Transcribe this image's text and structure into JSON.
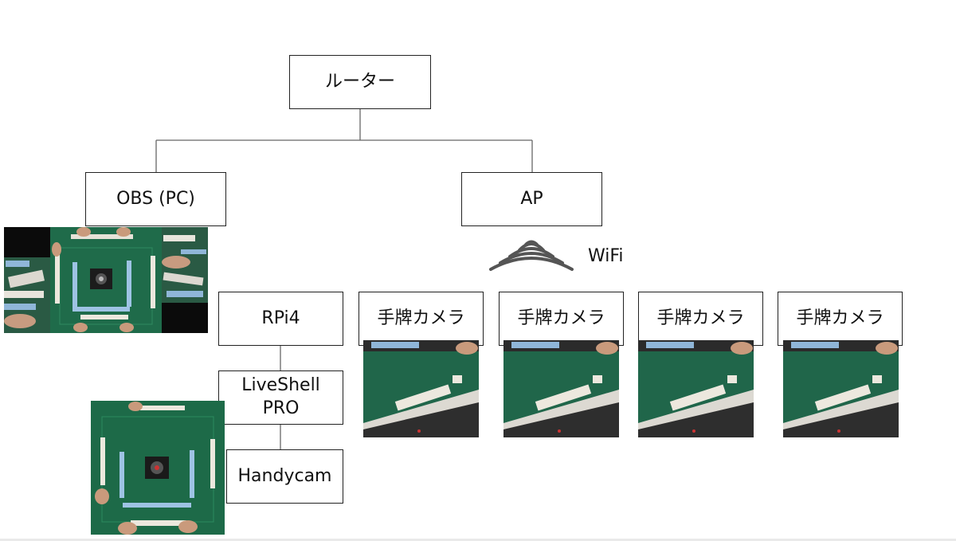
{
  "diagram": {
    "router": "ルーター",
    "obs_pc": "OBS (PC)",
    "ap": "AP",
    "wifi": "WiFi",
    "rpi4": "RPi4",
    "liveshell": "LiveShell\nPRO",
    "handycam": "Handycam",
    "hand_cameras": [
      "手牌カメラ",
      "手牌カメラ",
      "手牌カメラ",
      "手牌カメラ"
    ]
  },
  "colors": {
    "table_felt": "#1f6b4a",
    "line": "#666666",
    "border": "#222222",
    "wifi_icon": "#555555"
  }
}
